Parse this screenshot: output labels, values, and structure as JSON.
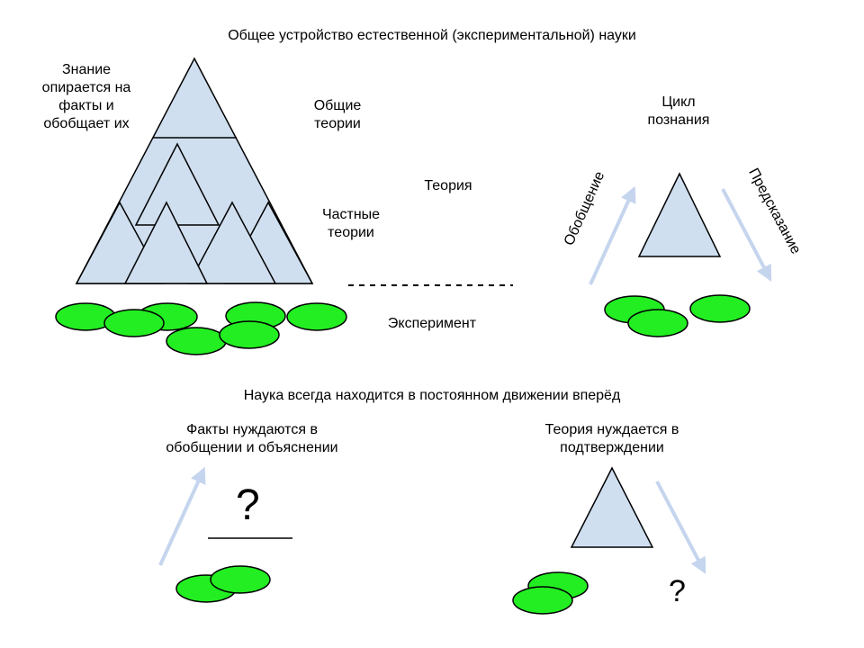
{
  "title": "Общее устройство естественной (экспериментальной) науки",
  "pyramid": {
    "knowledge_note": "Знание\nопирается на\nфакты и\nобобщает их",
    "general_theories": "Общие\nтеории",
    "particular_theories": "Частные\nтеории"
  },
  "theory_label": "Теория",
  "experiment_label": "Эксперимент",
  "cycle": {
    "title": "Цикл\nпознания",
    "generalization": "Обобщение",
    "prediction": "Предсказание"
  },
  "movement_title": "Наука всегда находится в постоянном движении вперёд",
  "facts_need": {
    "text": "Факты нуждаются в\nобобщении и объяснении",
    "question": "?"
  },
  "theory_need": {
    "text": "Теория нуждается в\nподтверждении",
    "question": "?"
  },
  "colors": {
    "triangle_fill": "#cfdff0",
    "ellipse_fill": "#22ee22",
    "arrow": "#c5d5ee",
    "stroke": "#000000"
  }
}
